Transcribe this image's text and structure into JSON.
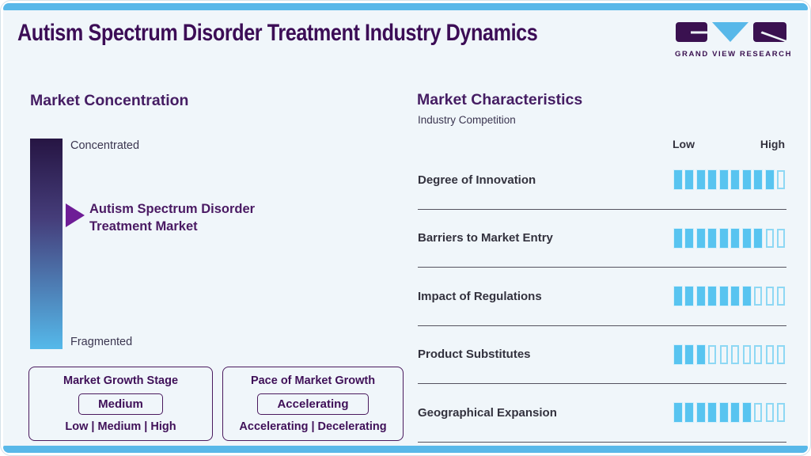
{
  "header": {
    "title": "Autism Spectrum Disorder Treatment Industry Dynamics",
    "brand_name": "GRAND VIEW RESEARCH"
  },
  "market_concentration": {
    "heading": "Market Concentration",
    "scale_top_label": "Concentrated",
    "scale_bottom_label": "Fragmented",
    "marker_label_line1": "Autism Spectrum Disorder",
    "marker_label_line2": "Treatment Market",
    "gradient_top_color": "#261543",
    "gradient_bottom_color": "#55b9ea"
  },
  "growth_stage_box": {
    "title": "Market Growth Stage",
    "selected": "Medium",
    "options": "Low | Medium | High"
  },
  "pace_box": {
    "title": "Pace of Market Growth",
    "selected": "Accelerating",
    "options": "Accelerating | Decelerating"
  },
  "market_characteristics": {
    "heading": "Market Characteristics",
    "subheading": "Industry Competition",
    "scale_low": "Low",
    "scale_high": "High",
    "segments_total": 10,
    "rows": [
      {
        "label": "Degree of Innovation",
        "value": 9
      },
      {
        "label": "Barriers to Market Entry",
        "value": 8
      },
      {
        "label": "Impact of Regulations",
        "value": 7
      },
      {
        "label": "Product Substitutes",
        "value": 3
      },
      {
        "label": "Geographical Expansion",
        "value": 7
      }
    ]
  },
  "colors": {
    "accent_blue": "#58b8e9",
    "segment_fill": "#58c4f0",
    "segment_empty_border": "#8ed8f4",
    "deep_purple": "#3c0d56",
    "box_border_purple": "#4a1a5e",
    "arrow_purple": "#6e1d96",
    "text_dark": "#33323e",
    "background": "#f0f6fa"
  },
  "chart_data": {
    "type": "bar",
    "title": "Market Characteristics — Industry Competition",
    "categories": [
      "Degree of Innovation",
      "Barriers to Market Entry",
      "Impact of Regulations",
      "Product Substitutes",
      "Geographical Expansion"
    ],
    "values": [
      9,
      8,
      7,
      3,
      7
    ],
    "xlabel": "",
    "ylabel": "Rating (Low to High)",
    "ylim": [
      0,
      10
    ],
    "legend_position": "none",
    "grid": false,
    "annotations": [
      "Market Concentration scale: Concentrated (top) to Fragmented (bottom); Autism Spectrum Disorder Treatment Market marked near middle",
      "Market Growth Stage: Medium (options Low | Medium | High)",
      "Pace of Market Growth: Accelerating (options Accelerating | Decelerating)"
    ]
  }
}
